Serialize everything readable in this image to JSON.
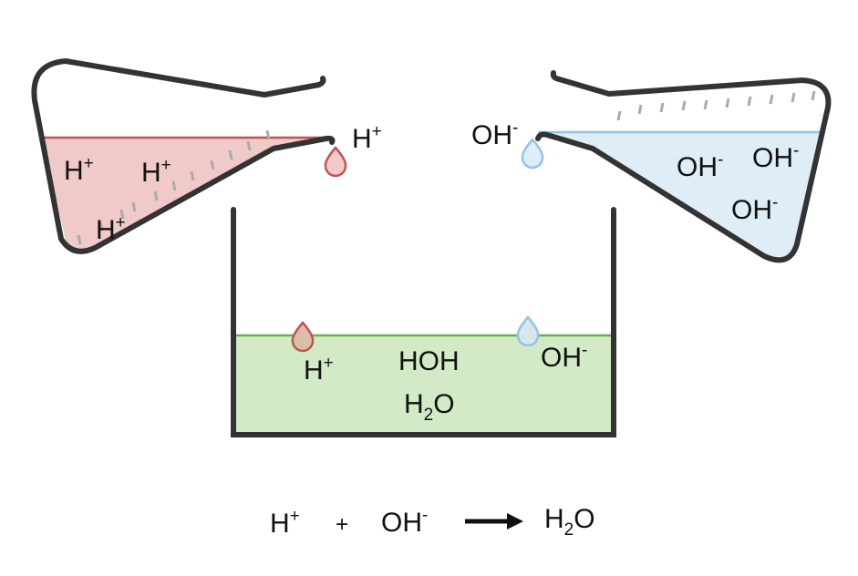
{
  "colors": {
    "outline": "#333333",
    "acid_fill": "#f0c9c9",
    "acid_line": "#c25454",
    "base_fill": "#deedf6",
    "base_line": "#94c4e2",
    "water_fill": "#d3eac6",
    "water_line": "#6ab347",
    "graduation": "#aaaaaa"
  },
  "acid_flask": {
    "ion": "H",
    "charge": "+",
    "spout_label": {
      "ion": "H",
      "charge": "+"
    }
  },
  "base_flask": {
    "ion": "OH",
    "charge": "-",
    "spout_label": {
      "ion": "OH",
      "charge": "-"
    }
  },
  "beaker": {
    "h_label": {
      "ion": "H",
      "charge": "+"
    },
    "oh_label": {
      "ion": "OH",
      "charge": "-"
    },
    "hoh": "HOH",
    "water": {
      "a": "H",
      "sub": "2",
      "b": "O"
    }
  },
  "equation": {
    "h": "H",
    "h_charge": "+",
    "plus": "+",
    "oh": "OH",
    "oh_charge": "-",
    "product": {
      "a": "H",
      "sub": "2",
      "b": "O"
    }
  }
}
